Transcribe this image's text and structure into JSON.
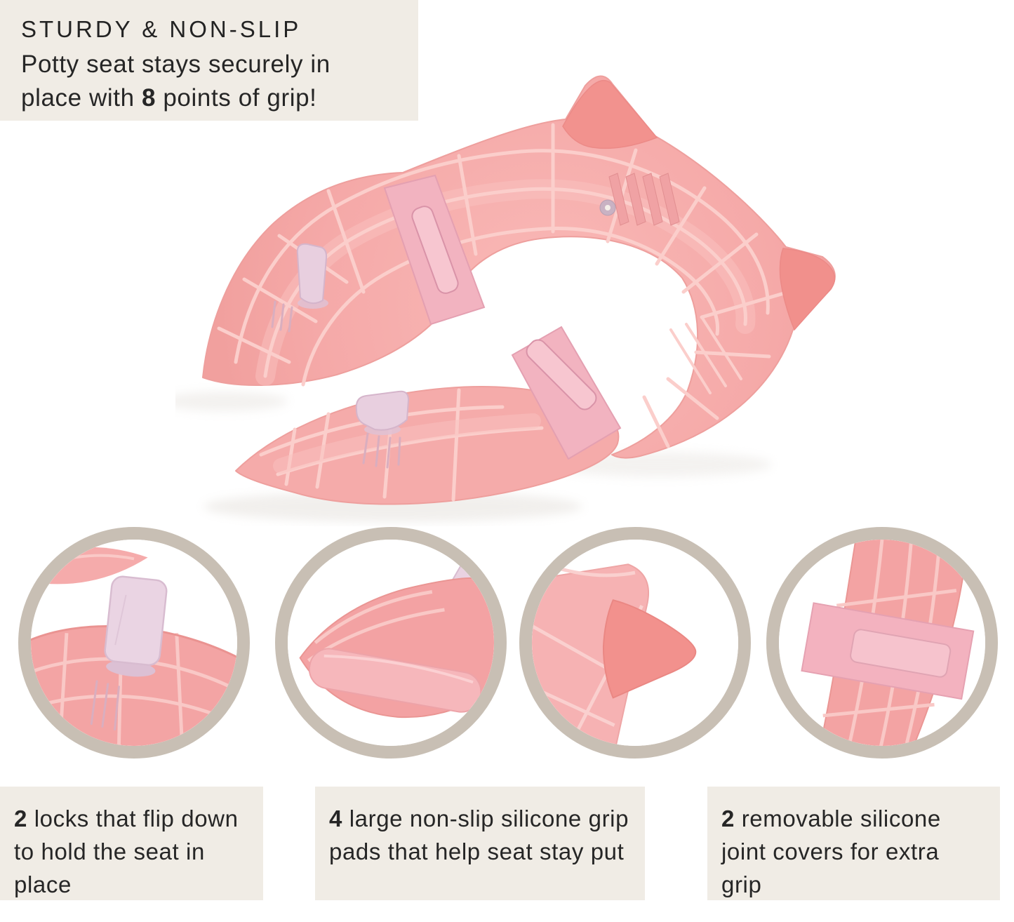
{
  "page": {
    "background": "#ffffff"
  },
  "colors": {
    "callout_bg": "#f0ece5",
    "circle_border": "#c8bfb4",
    "seat_pink": "#f5a9a8",
    "seat_rib_light": "#fbcecb",
    "ear_salmon": "#f2928e",
    "strap_pink": "#f2b3c0",
    "lock_lavender": "#e8cfdf",
    "text": "#262626"
  },
  "header_callout": {
    "title": "STURDY & NON-SLIP",
    "body_pre": "Potty seat stays securely in place with ",
    "body_bold": "8",
    "body_post": " points of grip!"
  },
  "product_photo": {
    "name": "folded-travel-potty-seat-underside-photo"
  },
  "detail_circles": [
    {
      "name": "flip-lock-closeup"
    },
    {
      "name": "silicone-grip-pad-closeup"
    },
    {
      "name": "corner-grip-pad-closeup"
    },
    {
      "name": "silicone-joint-cover-closeup"
    }
  ],
  "captions": [
    {
      "number": "2",
      "text": " locks that flip down to hold the seat in place"
    },
    {
      "number": "4",
      "text": " large non-slip silicone grip pads that help seat stay put"
    },
    {
      "number": "2",
      "text": " removable silicone joint covers for extra grip"
    }
  ]
}
